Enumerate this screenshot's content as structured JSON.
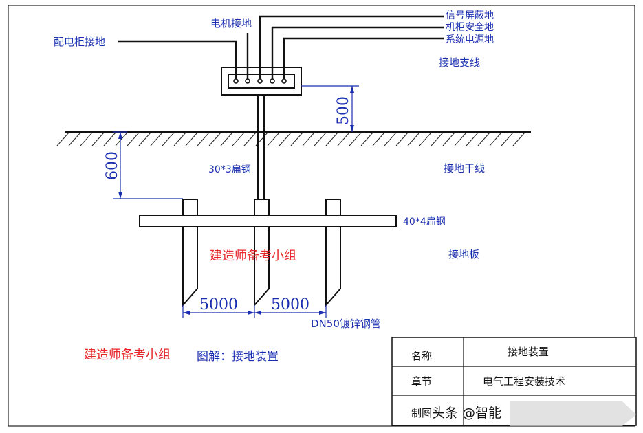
{
  "labels": {
    "cabinet_ground": "配电柜接地",
    "motor_ground": "电机接地",
    "signal_shield_ground": "信号屏蔽地",
    "cabinet_safety_ground": "机柜安全地",
    "system_power_ground": "系统电源地",
    "ground_branch": "接地支线",
    "ground_trunk": "接地干线",
    "flat_steel_30": "30*3扁钢",
    "flat_steel_40": "40*4扁钢",
    "ground_plate": "接地板",
    "galvanized_pipe": "DN50镀锌钢管"
  },
  "dimensions": {
    "height_above": "500",
    "depth_below": "600",
    "spacing_left": "5000",
    "spacing_right": "5000"
  },
  "watermark": {
    "center": "建造师备考小组",
    "caption_prefix": "建造师备考小组"
  },
  "caption": "图解：接地装置",
  "title_block": {
    "rows": [
      {
        "label": "名称",
        "value": "接地装置"
      },
      {
        "label": "章节",
        "value": "电气工程安装技术"
      },
      {
        "label": "制图",
        "value": ""
      }
    ]
  },
  "overlay": "头条 @智能",
  "colors": {
    "annotation": "#1a2fb0",
    "watermark": "#e8262a",
    "line": "#111111"
  }
}
